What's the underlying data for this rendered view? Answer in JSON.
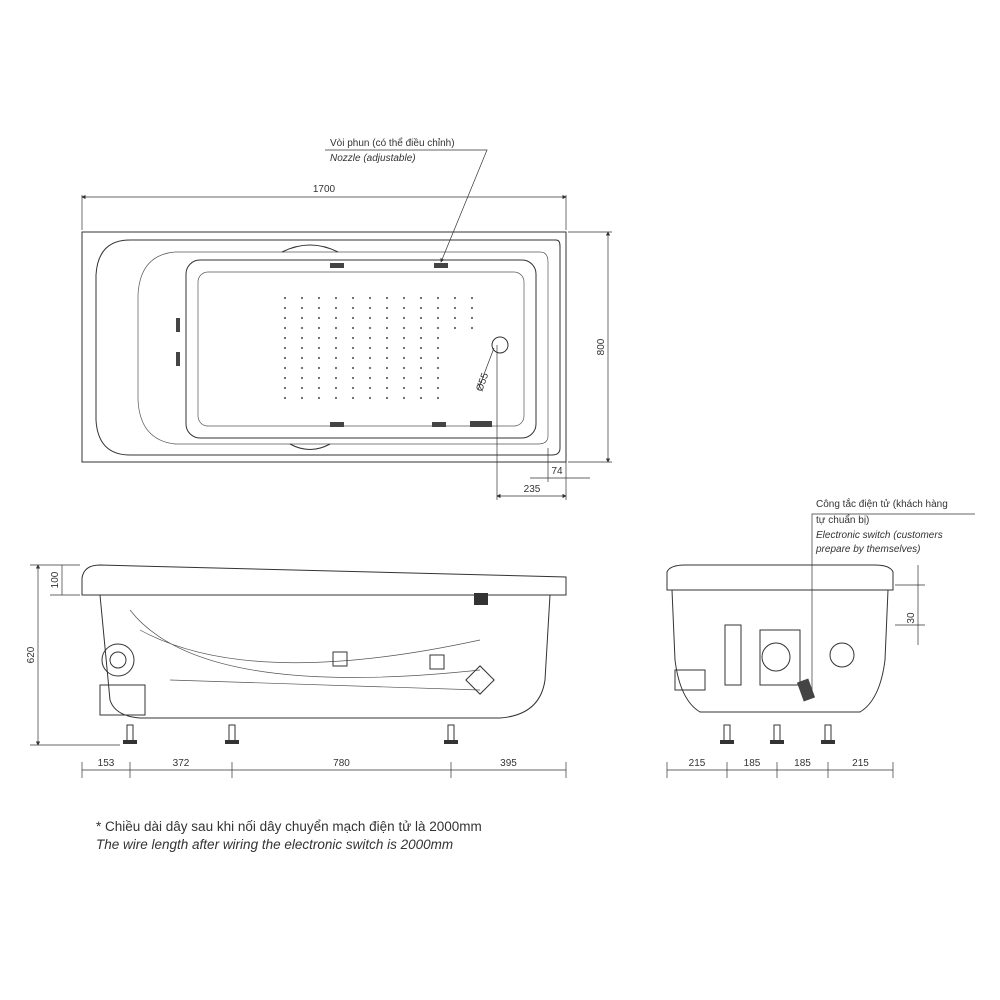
{
  "top_view": {
    "length": "1700",
    "width": "800",
    "offset_74": "74",
    "offset_235": "235",
    "drain_diameter": "Ø55",
    "nozzle_label_vi": "Vòi phun (có thể điều chỉnh)",
    "nozzle_label_en": "Nozzle (adjustable)"
  },
  "side_view": {
    "height": "620",
    "rim": "100",
    "base_dims": [
      "153",
      "372",
      "780",
      "395"
    ]
  },
  "end_view": {
    "rim": "30",
    "base_dims": [
      "215",
      "185",
      "185",
      "215"
    ],
    "switch_label_vi_1": "Công tắc điện tử (khách hàng",
    "switch_label_vi_2": "tự chuẩn bị)",
    "switch_label_en_1": "Electronic switch (customers",
    "switch_label_en_2": "prepare by themselves)"
  },
  "note": {
    "vi": "* Chiều dài dây sau khi nối dây chuyển mạch điện tử là 2000mm",
    "en": "The wire length after wiring the electronic switch is 2000mm"
  }
}
